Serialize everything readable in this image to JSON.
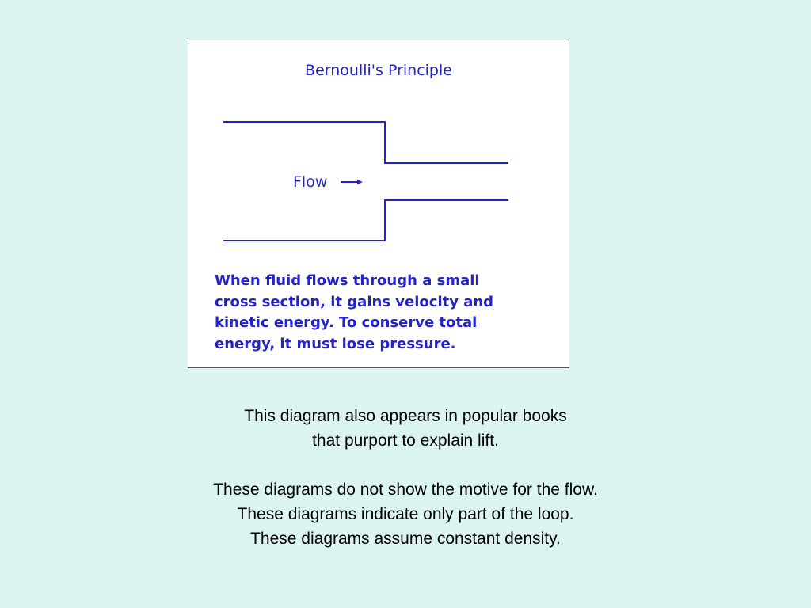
{
  "diagram": {
    "title": "Bernoulli's Principle",
    "flow_label": "Flow",
    "caption_lines": [
      "When fluid flows through a small",
      "cross section, it gains velocity and",
      "kinetic energy. To conserve total",
      "energy, it must lose pressure."
    ],
    "line_color": "#2323c8"
  },
  "notes": {
    "paragraph_1": [
      "This diagram also appears in popular books",
      "that purport to explain lift."
    ],
    "paragraph_2": [
      "These diagrams do not show the motive for the flow.",
      "These diagrams indicate only part of the loop.",
      "These diagrams assume constant density."
    ]
  }
}
